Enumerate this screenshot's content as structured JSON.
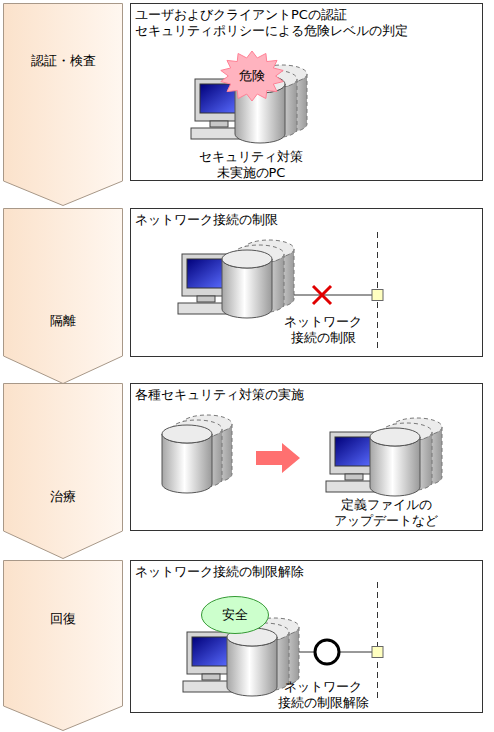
{
  "diagram": {
    "nodes": [
      {
        "text": [
          "認証・検査"
        ]
      },
      {
        "text": [
          "ユーザおよびクライアントPCの認証 セキュリティポリシーによる危険レベルの判定",
          "セキュリティ対策 未実施のPC"
        ]
      },
      {
        "text": [
          "危険"
        ],
        "in": 1
      },
      {
        "text": [
          "隔離"
        ]
      },
      {
        "text": [
          "ネットワーク接続の制限",
          "ネットワーク 接続の制限"
        ]
      },
      {
        "text": [
          "治療"
        ]
      },
      {
        "text": [
          "各種セキュリティ対策の実施",
          "定義ファイルの アップデートなど"
        ]
      },
      {
        "text": [
          "回復"
        ]
      },
      {
        "text": [
          "ネットワーク接続の制限解除",
          "ネットワーク 接続の制限解除"
        ]
      },
      {
        "text": [
          "安全"
        ],
        "in": 8
      }
    ]
  }
}
